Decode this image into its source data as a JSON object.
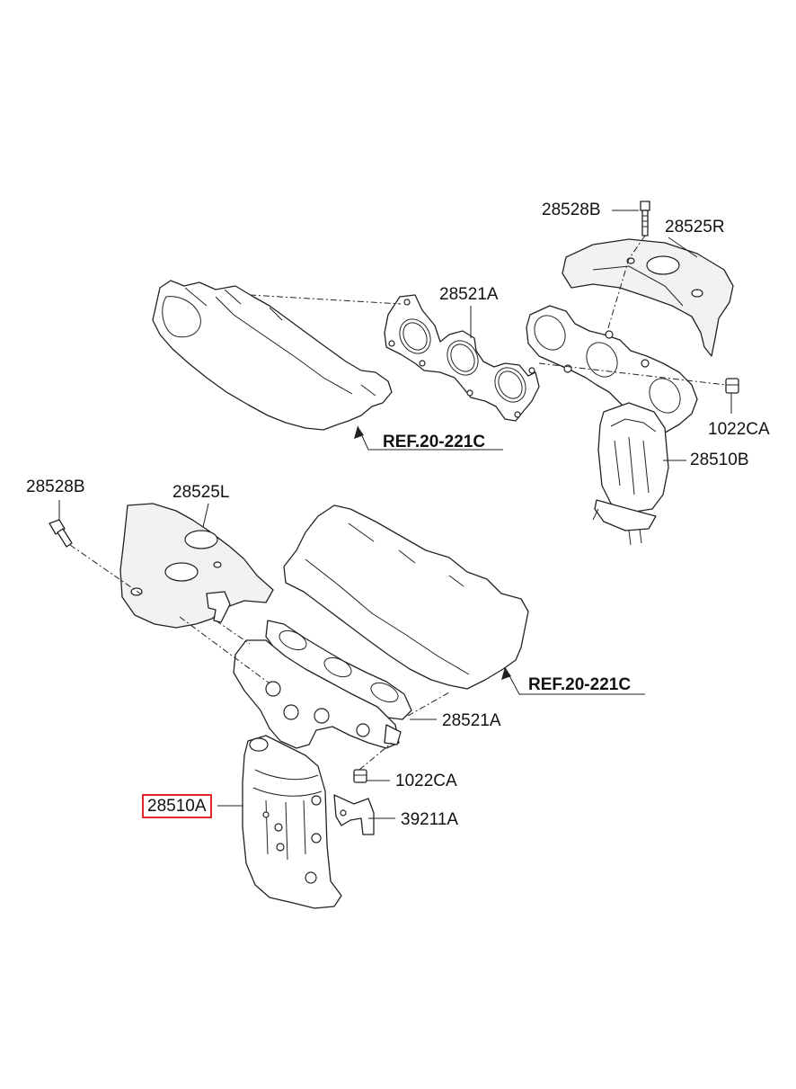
{
  "callouts": {
    "bolt_upper": "28528B",
    "shield_right": "28525R",
    "gasket_upper": "28521A",
    "nut_upper": "1022CA",
    "manifold_right": "28510B",
    "ref_upper": "REF.20-221C",
    "bolt_lower": "28528B",
    "shield_left": "28525L",
    "ref_lower": "REF.20-221C",
    "gasket_lower": "28521A",
    "nut_lower": "1022CA",
    "manifold_left": "28510A",
    "bracket": "39211A"
  },
  "highlight_color": "#e0282c"
}
